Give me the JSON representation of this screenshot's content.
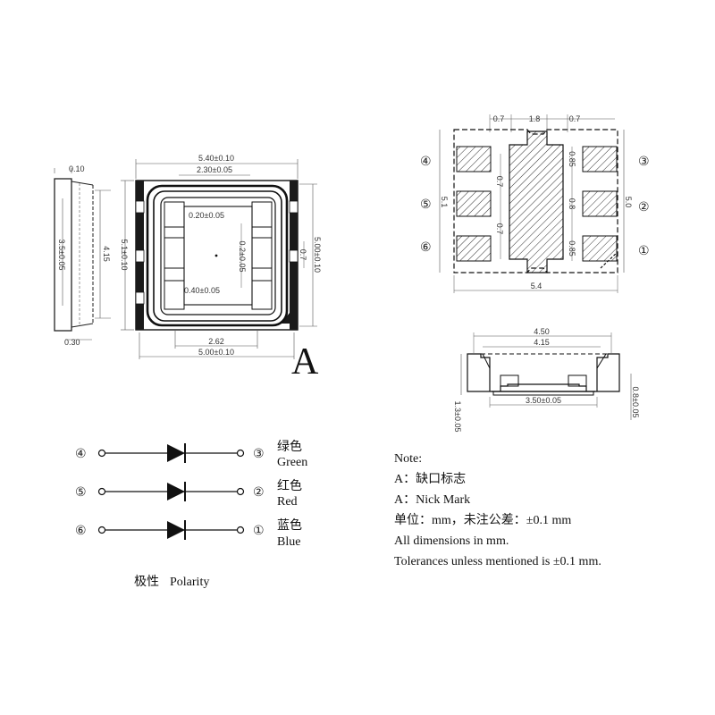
{
  "side_view": {
    "top_thk": "0.10",
    "height": "3.5±0.05",
    "outer": "4.15",
    "bottom_thk": "0.30"
  },
  "top_view": {
    "width_top": "5.40±0.10",
    "window_width": "2.30±0.05",
    "gap_a": "0.20±0.05",
    "gap_b": "0.2±0.05",
    "bottom_gap": "0.40±0.05",
    "height_left": "5.1±0.10",
    "inner_right": "0.7",
    "height_right": "5.00±0.10",
    "pad_width": "2.62",
    "width_bottom": "5.00±0.10",
    "mark": "A"
  },
  "footprint": {
    "pad_w_left": "0.7",
    "center_w": "1.8",
    "pad_w_right": "0.7",
    "pad_h1": "0.85",
    "spacing1": "0.7",
    "pad_h2": "0.8",
    "spacing2": "0.7",
    "pad_h3": "0.85",
    "height_left": "5.1",
    "height_right": "5.0",
    "width": "5.4",
    "pins_left": [
      "④",
      "⑤",
      "⑥"
    ],
    "pins_right": [
      "③",
      "②",
      "①"
    ]
  },
  "section": {
    "top_width": "4.50",
    "inner_width": "4.15",
    "height_left": "1.3±0.05",
    "bottom_width": "3.50±0.05",
    "height_right": "0.8±0.05"
  },
  "polarity": {
    "rows": [
      {
        "left": "④",
        "right": "③",
        "cn": "绿色",
        "en": "Green"
      },
      {
        "left": "⑤",
        "right": "②",
        "cn": "红色",
        "en": "Red"
      },
      {
        "left": "⑥",
        "right": "①",
        "cn": "蓝色",
        "en": "Blue"
      }
    ],
    "caption_cn": "极性",
    "caption_en": "Polarity"
  },
  "notes": {
    "title": "Note:",
    "lines": [
      "A：缺口标志",
      "A：Nick Mark",
      "单位：mm，未注公差：±0.1 mm",
      "All dimensions in mm.",
      "Tolerances unless mentioned is  ±0.1 mm."
    ]
  }
}
